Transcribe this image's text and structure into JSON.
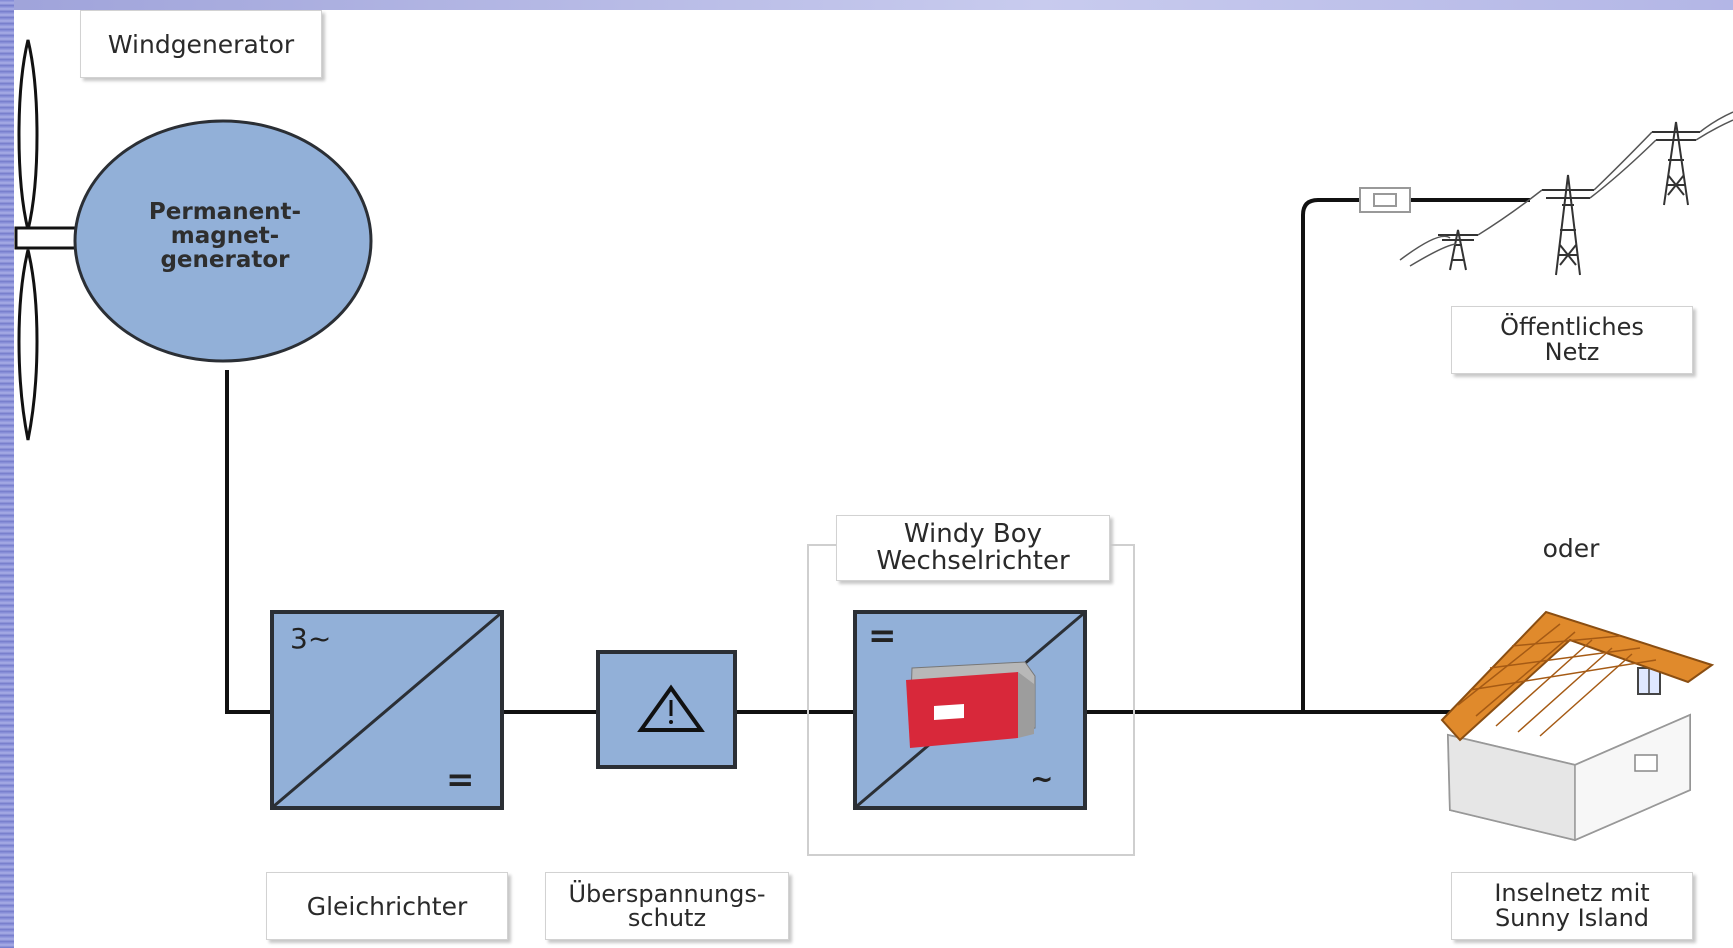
{
  "diagram": {
    "wind_generator_label": "Windgenerator",
    "generator_label": "Permanent-\nmagnet-\ngenerator",
    "rectifier": {
      "label": "Gleichrichter",
      "ac_symbol": "3~",
      "dc_symbol": "="
    },
    "surge_protection": {
      "label": "Überspannungs-\nschutz"
    },
    "inverter": {
      "label": "Windy Boy\nWechselrichter",
      "dc_symbol": "=",
      "ac_symbol": "~"
    },
    "public_grid_label": "Öffentliches\nNetz",
    "or_label": "oder",
    "island_grid_label": "Inselnetz mit\nSunny Island"
  },
  "colors": {
    "block_fill": "#92b0d8",
    "block_border": "#2b2f35",
    "line": "#111111",
    "roof": "#e08a2c",
    "inverter_body": "#d8283a"
  }
}
